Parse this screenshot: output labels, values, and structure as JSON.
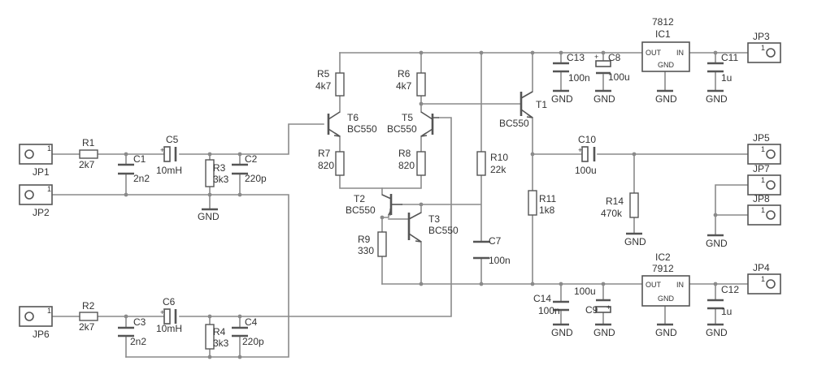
{
  "labels": {
    "jp1": "JP1",
    "jp2": "JP2",
    "jp3": "JP3",
    "jp4": "JP4",
    "jp5": "JP5",
    "jp6": "JP6",
    "jp7": "JP7",
    "jp8": "JP8",
    "pin1": "1",
    "r1": "R1",
    "r1v": "2k7",
    "r2": "R2",
    "r2v": "2k7",
    "r3": "R3",
    "r3v": "3k3",
    "r4": "R4",
    "r4v": "3k3",
    "r5": "R5",
    "r5v": "4k7",
    "r6": "R6",
    "r6v": "4k7",
    "r7": "R7",
    "r7v": "820",
    "r8": "R8",
    "r8v": "820",
    "r9": "R9",
    "r9v": "330",
    "r10": "R10",
    "r10v": "22k",
    "r11": "R11",
    "r11v": "1k8",
    "r14": "R14",
    "r14v": "470k",
    "c1": "C1",
    "c1v": "2n2",
    "c2": "C2",
    "c2v": "220p",
    "c3": "C3",
    "c3v": "2n2",
    "c4": "C4",
    "c4v": "220p",
    "c5": "C5",
    "c5v": "10mH",
    "c6": "C6",
    "c6v": "10mH",
    "c7": "C7",
    "c7v": "100n",
    "c8": "C8",
    "c8v": "100u",
    "c9": "C9",
    "c9v": "100u",
    "c10": "C10",
    "c10v": "100u",
    "c11": "C11",
    "c11v": "1u",
    "c12": "C12",
    "c12v": "1u",
    "c13": "C13",
    "c13v": "100n",
    "c14": "C14",
    "c14v": "100n",
    "t1": "T1",
    "t1v": "BC550",
    "t2": "T2",
    "t2v": "BC550",
    "t3": "T3",
    "t3v": "BC550",
    "t5": "T5",
    "t5v": "BC550",
    "t6": "T6",
    "t6v": "BC550",
    "ic1": "IC1",
    "ic1v": "7812",
    "ic2": "IC2",
    "ic2v": "7912",
    "out": "OUT",
    "in": "IN",
    "gnd_pin": "GND",
    "gnd": "GND",
    "plus": "+"
  }
}
